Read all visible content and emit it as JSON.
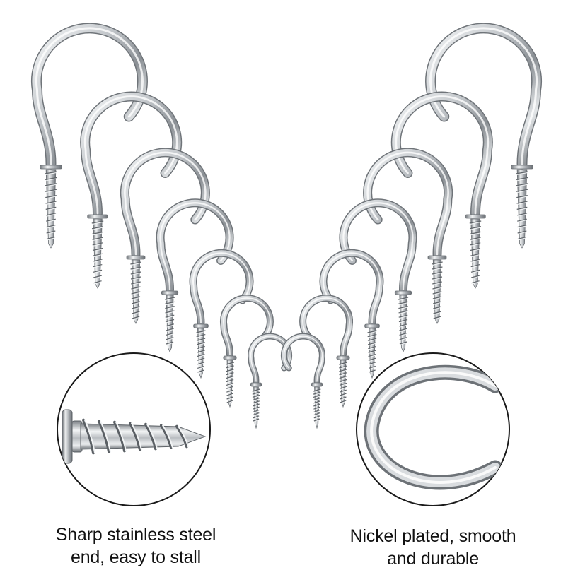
{
  "product": {
    "hook_count": 14,
    "colors": {
      "metal_dark": "#6f7479",
      "metal_mid": "#c4c8cc",
      "metal_light": "#f4f6f7",
      "zoom_border": "#1a1a1a",
      "caption_text": "#111111"
    }
  },
  "captions": {
    "screw_tip": {
      "line1": "Sharp stainless steel",
      "line2": "end, easy to stall"
    },
    "hook_finish": {
      "line1": "Nickel plated, smooth",
      "line2": "and durable"
    }
  }
}
